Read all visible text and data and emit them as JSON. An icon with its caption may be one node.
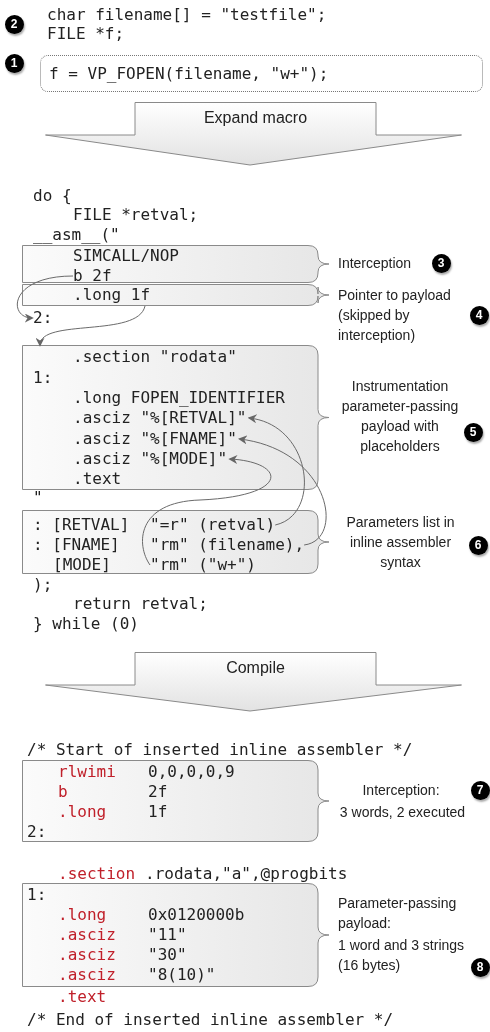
{
  "diagram": {
    "nodes": [
      {
        "text": [
          "f = VP_FOPEN(filename, \"w+\");"
        ]
      },
      {
        "text": [
          "Expand macro"
        ]
      },
      {
        "text": [
          "SIMCALL/NOP"
        ],
        "beside": [
          "Interception"
        ]
      },
      {
        "text": [
          "b 2f"
        ],
        "in": 2
      },
      {
        "text": [
          "2:"
        ]
      },
      {
        "text": [
          ".long 1f"
        ],
        "beside": [
          "Pointer to payload (skipped by interception)"
        ]
      },
      {
        "text": [
          ".section \"rodata\"",
          "1:",
          ".long FOPEN_IDENTIFIER",
          ".text"
        ],
        "beside": [
          "Instrumentation parameter-passing payload with placeholders"
        ]
      },
      {
        "text": [
          ".asciz \"%[RETVAL]\""
        ],
        "in": 6
      },
      {
        "text": [
          ".asciz \"%[FNAME]\""
        ],
        "in": 6
      },
      {
        "text": [
          ".asciz \"%[MODE]\""
        ],
        "in": 6
      },
      {
        "text": [
          ": [RETVAL]",
          ": [FNAME]",
          "[MODE]"
        ],
        "beside": [
          "Parameters list in inline assembler syntax"
        ]
      },
      {
        "text": [
          "\"=r\" (retval)"
        ],
        "in": 10
      },
      {
        "text": [
          "\"rm\" (filename),"
        ],
        "in": 10
      },
      {
        "text": [
          "\"rm\" (\"w+\")"
        ],
        "in": 10
      },
      {
        "text": [
          "Compile"
        ]
      },
      {
        "text": [
          "rlwimi",
          "0,0,0,0,9",
          "b",
          "2f",
          ".long",
          "1f",
          "2:"
        ],
        "beside": [
          "Interception:",
          "3 words, 2 executed"
        ]
      },
      {
        "text": [
          "1:",
          ".long",
          "0x0120000b",
          ".asciz",
          "\"11\"",
          ".asciz",
          "\"30\"",
          ".asciz",
          "\"8(10)\""
        ],
        "beside": [
          "Parameter-passing payload:",
          "1 word and 3 strings (16 bytes)"
        ]
      }
    ],
    "edges": [
      {
        "from": 3,
        "to": 4,
        "arrow": "to"
      },
      {
        "from": 5,
        "to": 6,
        "arrow": "to"
      },
      {
        "from": 11,
        "to": 7,
        "arrow": "to"
      },
      {
        "from": 12,
        "to": 8,
        "arrow": "to"
      },
      {
        "from": 13,
        "to": 9,
        "arrow": "to"
      }
    ],
    "labels": [
      "2",
      "char filename[] = \"testfile\";",
      "FILE *f;",
      "1",
      "do {",
      "FILE *retval;",
      "__asm__(\"",
      "3",
      "4",
      "5",
      "\"",
      "6",
      ");",
      "return retval;",
      "} while (0)",
      "/* Start of inserted inline assembler */",
      "7",
      ".section",
      ".rodata,\"a\",@progbits",
      "8",
      ".text",
      "/* End of inserted inline assembler */"
    ]
  }
}
